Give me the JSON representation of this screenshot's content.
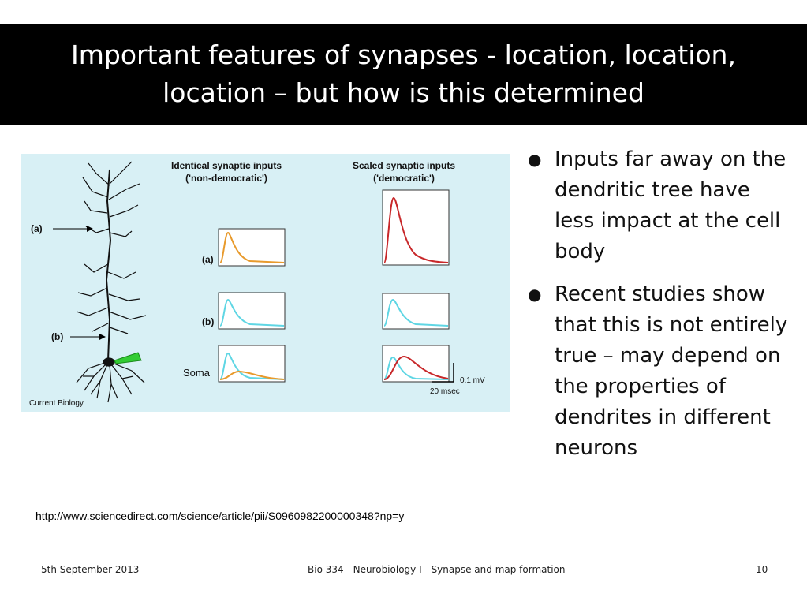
{
  "slide": {
    "title_lines": [
      "Important features of synapses - location, location,",
      "location – but how is this determined"
    ],
    "bullets": [
      "Inputs far away on the dendritic tree have less impact at the cell body",
      "Recent studies show that this is not entirely true – may depend on the properties of dendrites in different neurons"
    ],
    "reference_url": "http://www.sciencedirect.com/science/article/pii/S0960982200000348?np=y",
    "footer": {
      "date": "5th September 2013",
      "course": "Bio 334 - Neurobiology I - Synapse and map formation",
      "page": "10"
    }
  },
  "figure": {
    "source": "Current Biology",
    "left_header": [
      "Identical synaptic inputs",
      "('non-democratic')"
    ],
    "right_header": [
      "Scaled synaptic inputs",
      "('democratic')"
    ],
    "neuron_labels": [
      "(a)",
      "(b)"
    ],
    "row_labels": [
      "(a)",
      "(b)",
      "Soma"
    ],
    "scale_bar": {
      "amplitude": "0.1 mV",
      "time": "20 msec"
    },
    "colors": {
      "background": "#d8f0f5",
      "orange_trace": "#e89a2c",
      "cyan_trace": "#5fd6e4",
      "red_trace": "#c8282a",
      "electrode": "#33cc33"
    }
  }
}
